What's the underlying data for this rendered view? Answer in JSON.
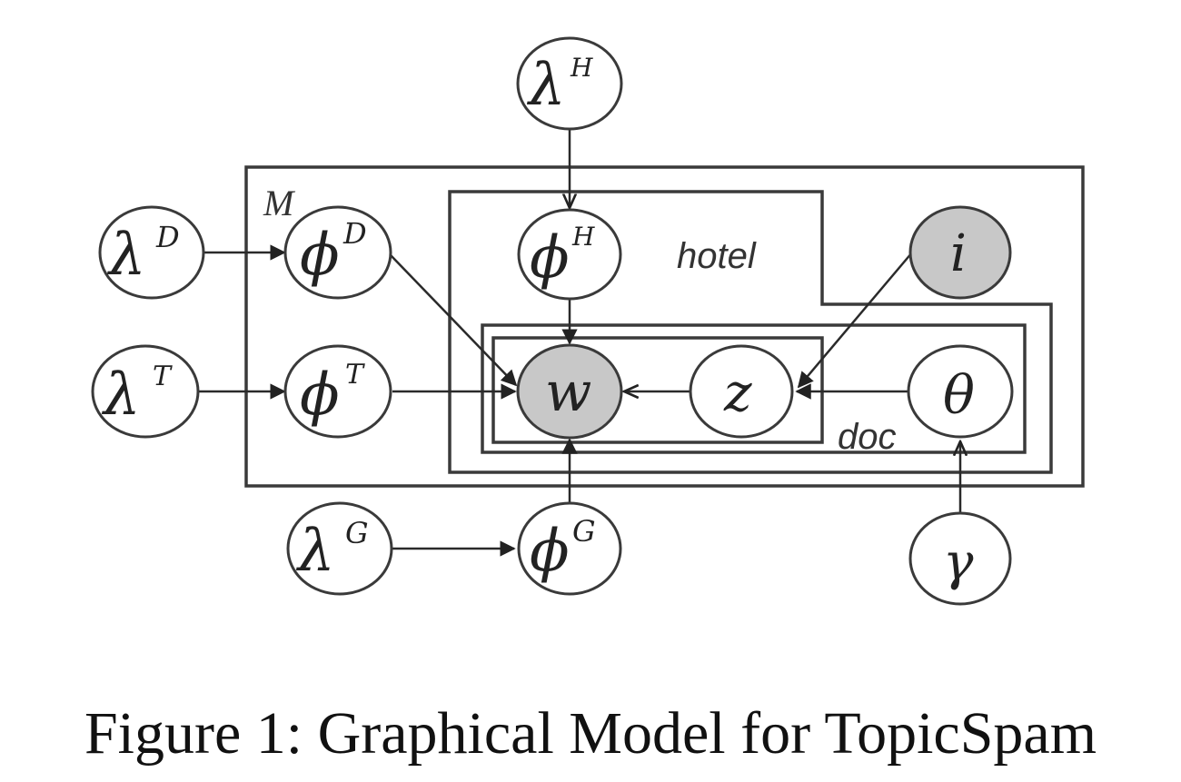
{
  "caption": "Figure 1: Graphical Model for TopicSpam",
  "plates": [
    {
      "id": "M",
      "label": "M"
    },
    {
      "id": "hotel",
      "label": "hotel"
    },
    {
      "id": "doc",
      "label": "doc"
    },
    {
      "id": "inner",
      "label": ""
    }
  ],
  "nodes": [
    {
      "id": "lambdaH",
      "symbol": "λ",
      "sup": "H",
      "observed": false
    },
    {
      "id": "lambdaD",
      "symbol": "λ",
      "sup": "D",
      "observed": false
    },
    {
      "id": "phiD",
      "symbol": "ϕ",
      "sup": "D",
      "observed": false
    },
    {
      "id": "phiH",
      "symbol": "ϕ",
      "sup": "H",
      "observed": false
    },
    {
      "id": "i",
      "symbol": "i",
      "sup": "",
      "observed": true
    },
    {
      "id": "lambdaT",
      "symbol": "λ",
      "sup": "T",
      "observed": false
    },
    {
      "id": "phiT",
      "symbol": "ϕ",
      "sup": "T",
      "observed": false
    },
    {
      "id": "w",
      "symbol": "w",
      "sup": "",
      "observed": true
    },
    {
      "id": "z",
      "symbol": "z",
      "sup": "",
      "observed": false
    },
    {
      "id": "theta",
      "symbol": "θ",
      "sup": "",
      "observed": false
    },
    {
      "id": "lambdaG",
      "symbol": "λ",
      "sup": "G",
      "observed": false
    },
    {
      "id": "phiG",
      "symbol": "ϕ",
      "sup": "G",
      "observed": false
    },
    {
      "id": "gamma",
      "symbol": "γ",
      "sup": "",
      "observed": false
    }
  ],
  "edges": [
    {
      "from": "lambdaH",
      "to": "phiH"
    },
    {
      "from": "lambdaD",
      "to": "phiD"
    },
    {
      "from": "lambdaT",
      "to": "phiT"
    },
    {
      "from": "lambdaG",
      "to": "phiG"
    },
    {
      "from": "phiD",
      "to": "w"
    },
    {
      "from": "phiT",
      "to": "w"
    },
    {
      "from": "phiH",
      "to": "w"
    },
    {
      "from": "phiG",
      "to": "w"
    },
    {
      "from": "z",
      "to": "w"
    },
    {
      "from": "theta",
      "to": "z"
    },
    {
      "from": "i",
      "to": "z"
    },
    {
      "from": "gamma",
      "to": "theta"
    }
  ]
}
